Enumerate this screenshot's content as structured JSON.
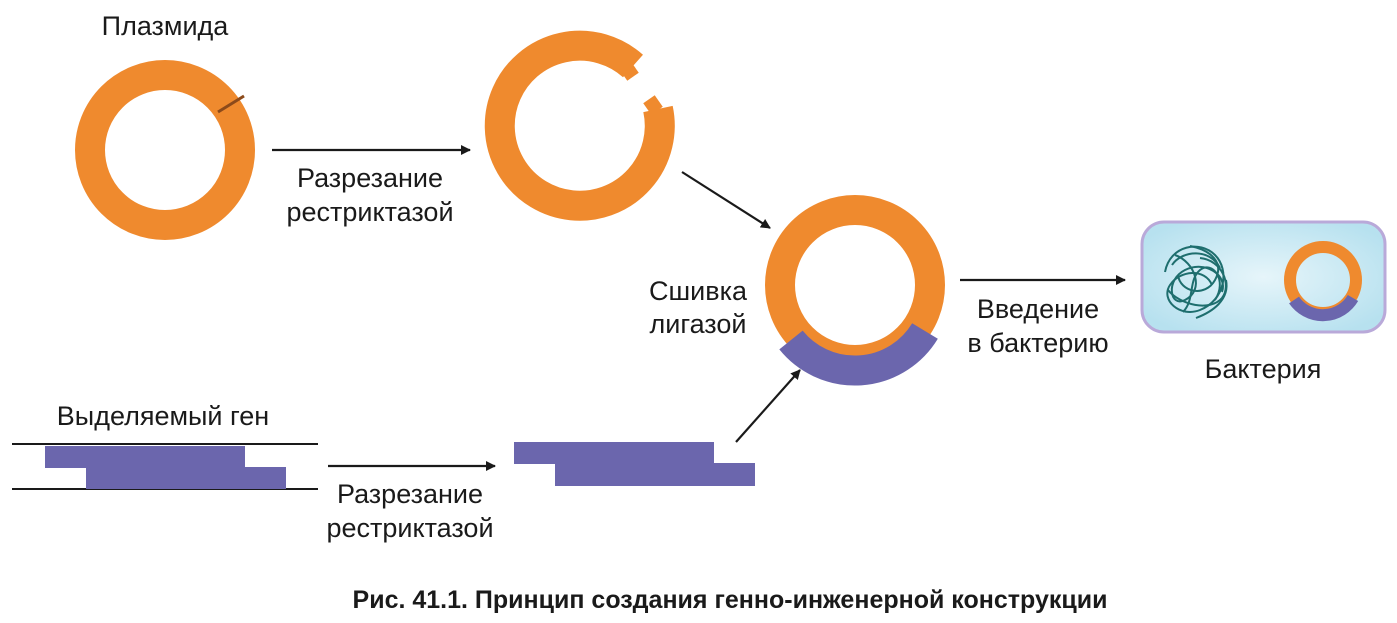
{
  "labels": {
    "plasmid": "Плазмида",
    "cut1_line1": "Разрезание",
    "cut1_line2": "рестриктазой",
    "ligation_line1": "Сшивка",
    "ligation_line2": "лигазой",
    "insert_line1": "Введение",
    "insert_line2": "в бактерию",
    "bacterium": "Бактерия",
    "gene": "Выделяемый ген",
    "cut2_line1": "Разрезание",
    "cut2_line2": "рестриктазой"
  },
  "caption": "Рис. 41.1.  Принцип создания генно-инженерной конструкции",
  "colors": {
    "plasmid": "#ef8a2e",
    "gene": "#6b66ad",
    "bacterium_fill": "#c5e8f3",
    "bacterium_border": "#b9a9d9",
    "chromosome": "#1e6e6e",
    "arrow": "#1a1a1a"
  }
}
